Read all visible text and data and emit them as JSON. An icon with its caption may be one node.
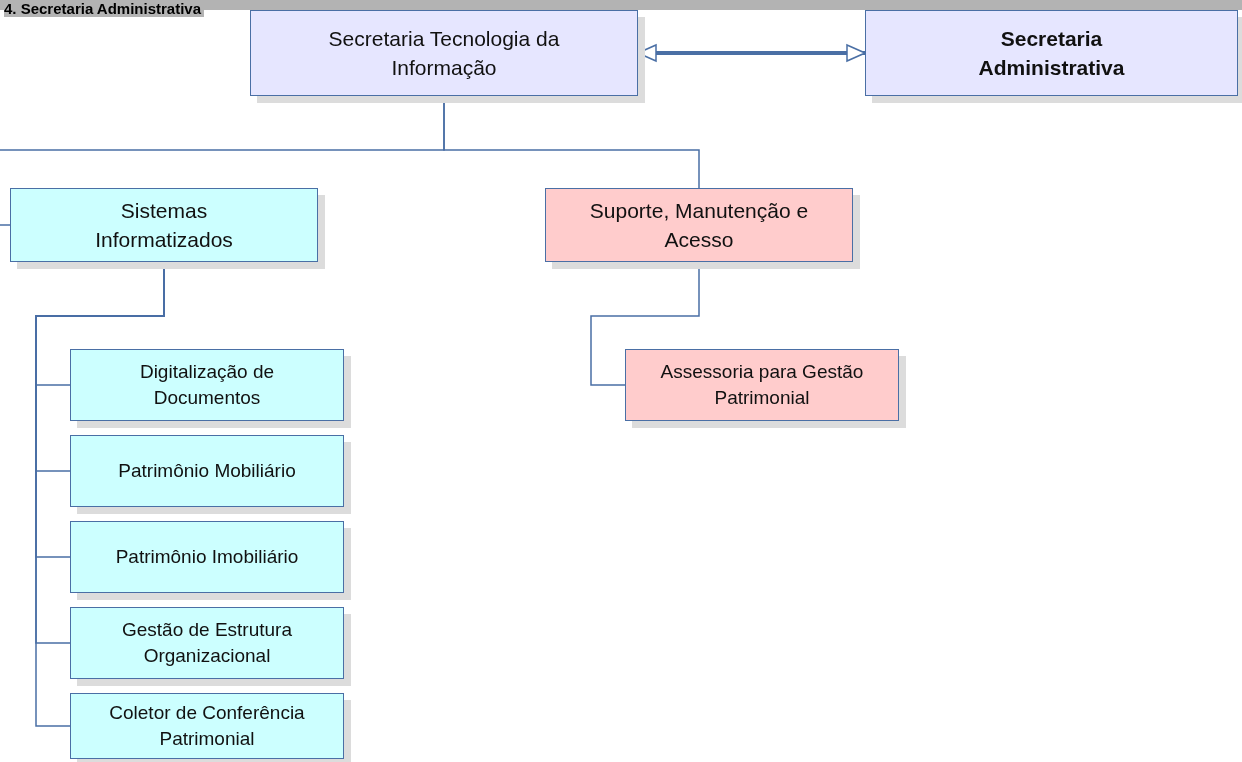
{
  "diagram": {
    "title": "4. Secretaria Administrativa",
    "nodes": [
      {
        "text": [
          "Secretaria Tecnologia da Informação"
        ]
      },
      {
        "text": [
          "Secretaria Administrativa"
        ]
      },
      {
        "text": [
          "Sistemas Informatizados"
        ]
      },
      {
        "text": [
          "Suporte, Manutenção e Acesso"
        ]
      },
      {
        "text": [
          "Digitalização de Documentos"
        ]
      },
      {
        "text": [
          "Patrimônio Mobiliário"
        ]
      },
      {
        "text": [
          "Patrimônio Imobiliário"
        ]
      },
      {
        "text": [
          "Gestão de Estrutura Organizacional"
        ]
      },
      {
        "text": [
          "Coletor de Conferência Patrimonial"
        ]
      },
      {
        "text": [
          "Assessoria para Gestão Patrimonial"
        ]
      }
    ],
    "edges": [
      {
        "from": 0,
        "to": 1,
        "arrow": "both",
        "style": "thick"
      },
      {
        "from": 0,
        "to": 2,
        "arrow": "none"
      },
      {
        "from": 0,
        "to": 3,
        "arrow": "none"
      },
      {
        "from": 2,
        "to": 4,
        "arrow": "none"
      },
      {
        "from": 2,
        "to": 5,
        "arrow": "none"
      },
      {
        "from": 2,
        "to": 6,
        "arrow": "none"
      },
      {
        "from": 2,
        "to": 7,
        "arrow": "none"
      },
      {
        "from": 2,
        "to": 8,
        "arrow": "none"
      },
      {
        "from": 3,
        "to": 9,
        "arrow": "none"
      }
    ]
  }
}
